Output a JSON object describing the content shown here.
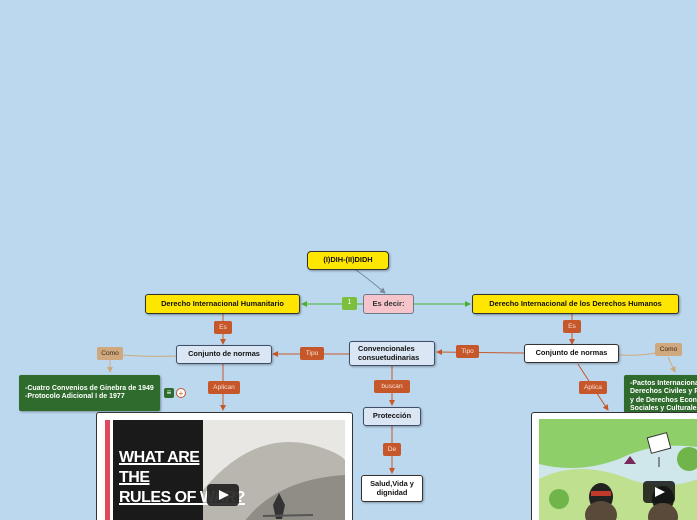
{
  "root": {
    "label": "(I)DIH-(II)DIDH"
  },
  "center": {
    "label": "Es decir:",
    "badge": "1"
  },
  "left_branch": {
    "title": "Derecho Internacional Humanitario",
    "link_es": "Es",
    "node": "Conjunto de normas",
    "link_como": "Como",
    "como_items": [
      "-Cuatro Convenios de Ginebra de 1949",
      "-Protocolo Adicional I de 1977"
    ],
    "link_aplican": "Aplican",
    "link_tipo": "Tipo",
    "video_text": [
      "WHAT ARE",
      "THE",
      "RULES OF WAR?"
    ]
  },
  "middle_branch": {
    "node": "Convencionales consuetudinarias",
    "link_buscan": "buscan",
    "proteccion": "Protección",
    "link_de": "De",
    "result": "Salud,Vida y dignidad"
  },
  "right_branch": {
    "title": "Derecho Internacional de los Derechos Humanos",
    "link_es": "Es",
    "node": "Conjunto de normas",
    "link_tipo": "Tipo",
    "link_como": "Como",
    "como_items": [
      "-Pactos Internacionales",
      "Derechos Civiles y Políticos",
      "y de Derechos Económicos,",
      "Sociales y Culturales"
    ],
    "link_aplica": "Aplica"
  },
  "colors": {
    "background": "#bcd8ee",
    "main_topic": "#ffe600",
    "link_label": "#c6572a",
    "como_label": "#cfa87e",
    "note": "#2f6b2c",
    "connector_green": "#4caf2e",
    "connector_orange": "#c6572a"
  }
}
